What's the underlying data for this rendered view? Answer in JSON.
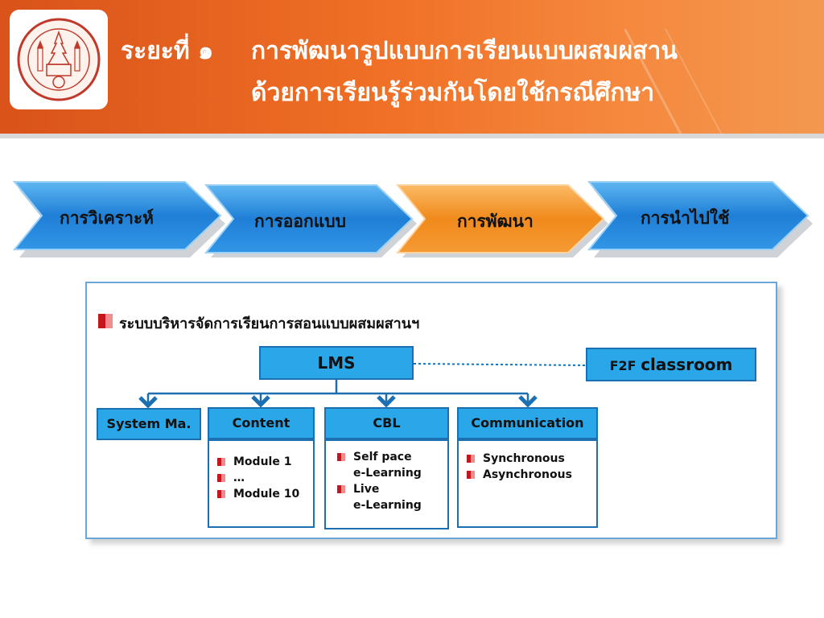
{
  "header": {
    "prefix": "ระยะที่ ๑",
    "title_line1": "การพัฒนารูปแบบการเรียนแบบผสมผสาน",
    "title_line2": "ด้วยการเรียนรู้ร่วมกันโดยใช้กรณีศึกษา",
    "logo_icon": "university-seal-icon"
  },
  "steps": [
    {
      "label": "การวิเคราะห์",
      "color": "#2c8fe0"
    },
    {
      "label": "การออกแบบ",
      "color": "#2c8fe0"
    },
    {
      "label": "การพัฒนา",
      "color": "#f39a34"
    },
    {
      "label": "การนำไปใช้",
      "color": "#2c8fe0"
    }
  ],
  "panel": {
    "heading": "ระบบบริหารจัดการเรียนการสอนแบบผสมผสานฯ",
    "lms": "LMS",
    "f2f_prefix": "F2F",
    "f2f_main": "classroom",
    "categories": {
      "system": "System Ma.",
      "content": "Content",
      "cbl": "CBL",
      "communication": "Communication"
    },
    "content_items": [
      "Module 1",
      "…",
      "Module 10"
    ],
    "cbl_items": [
      {
        "line1": "Self pace",
        "line2": "e-Learning"
      },
      {
        "line1": "Live",
        "line2": "e-Learning"
      }
    ],
    "communication_items": [
      "Synchronous",
      "Asynchronous"
    ]
  }
}
